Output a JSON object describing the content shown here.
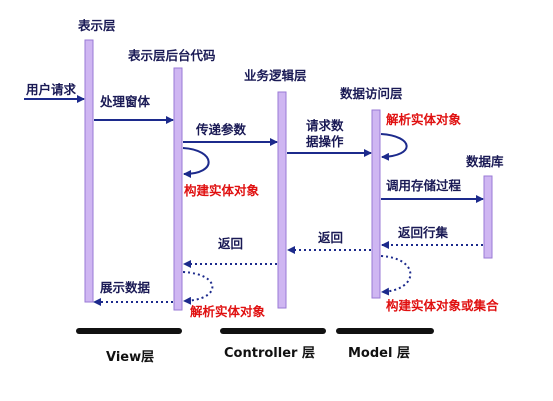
{
  "colors": {
    "lifeline": "#cfb6f2",
    "lifeline_stroke": "#9a7ad6",
    "arrow": "#1c2a8c",
    "text": "#1a1a55",
    "red_text": "#e01010",
    "layer_bar": "#111111"
  },
  "participants": {
    "presentation": "表示层",
    "presentation_backend": "表示层后台代码",
    "business_logic": "业务逻辑层",
    "data_access": "数据访问层",
    "database": "数据库"
  },
  "messages": {
    "user_request": "用户请求",
    "handle_form": "处理窗体",
    "pass_params": "传递参数",
    "request_data_line1": "请求数",
    "request_data_line2": "据操作",
    "parse_entity_top": "解析实体对象",
    "build_entity": "构建实体对象",
    "call_stored_proc": "调用存储过程",
    "return_1": "返回",
    "return_2": "返回",
    "return_rows": "返回行集",
    "show_data": "展示数据",
    "parse_entity_bottom": "解析实体对象",
    "build_entity_or_set": "构建实体对象或集合"
  },
  "layers": {
    "view": "View层",
    "controller": "Controller 层",
    "model": "Model 层"
  }
}
